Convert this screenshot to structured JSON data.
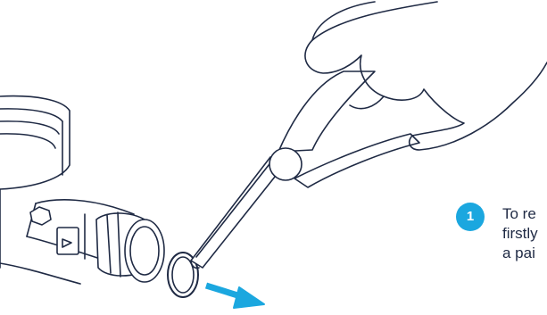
{
  "colors": {
    "accent": "#1ba7df",
    "text": "#1f2a44",
    "line": "#1f2a44"
  },
  "step": {
    "number": "1",
    "lines": [
      "To re",
      "firstly",
      "a pai"
    ]
  },
  "icons": {
    "direction_arrow": "arrow-right-down-icon"
  }
}
